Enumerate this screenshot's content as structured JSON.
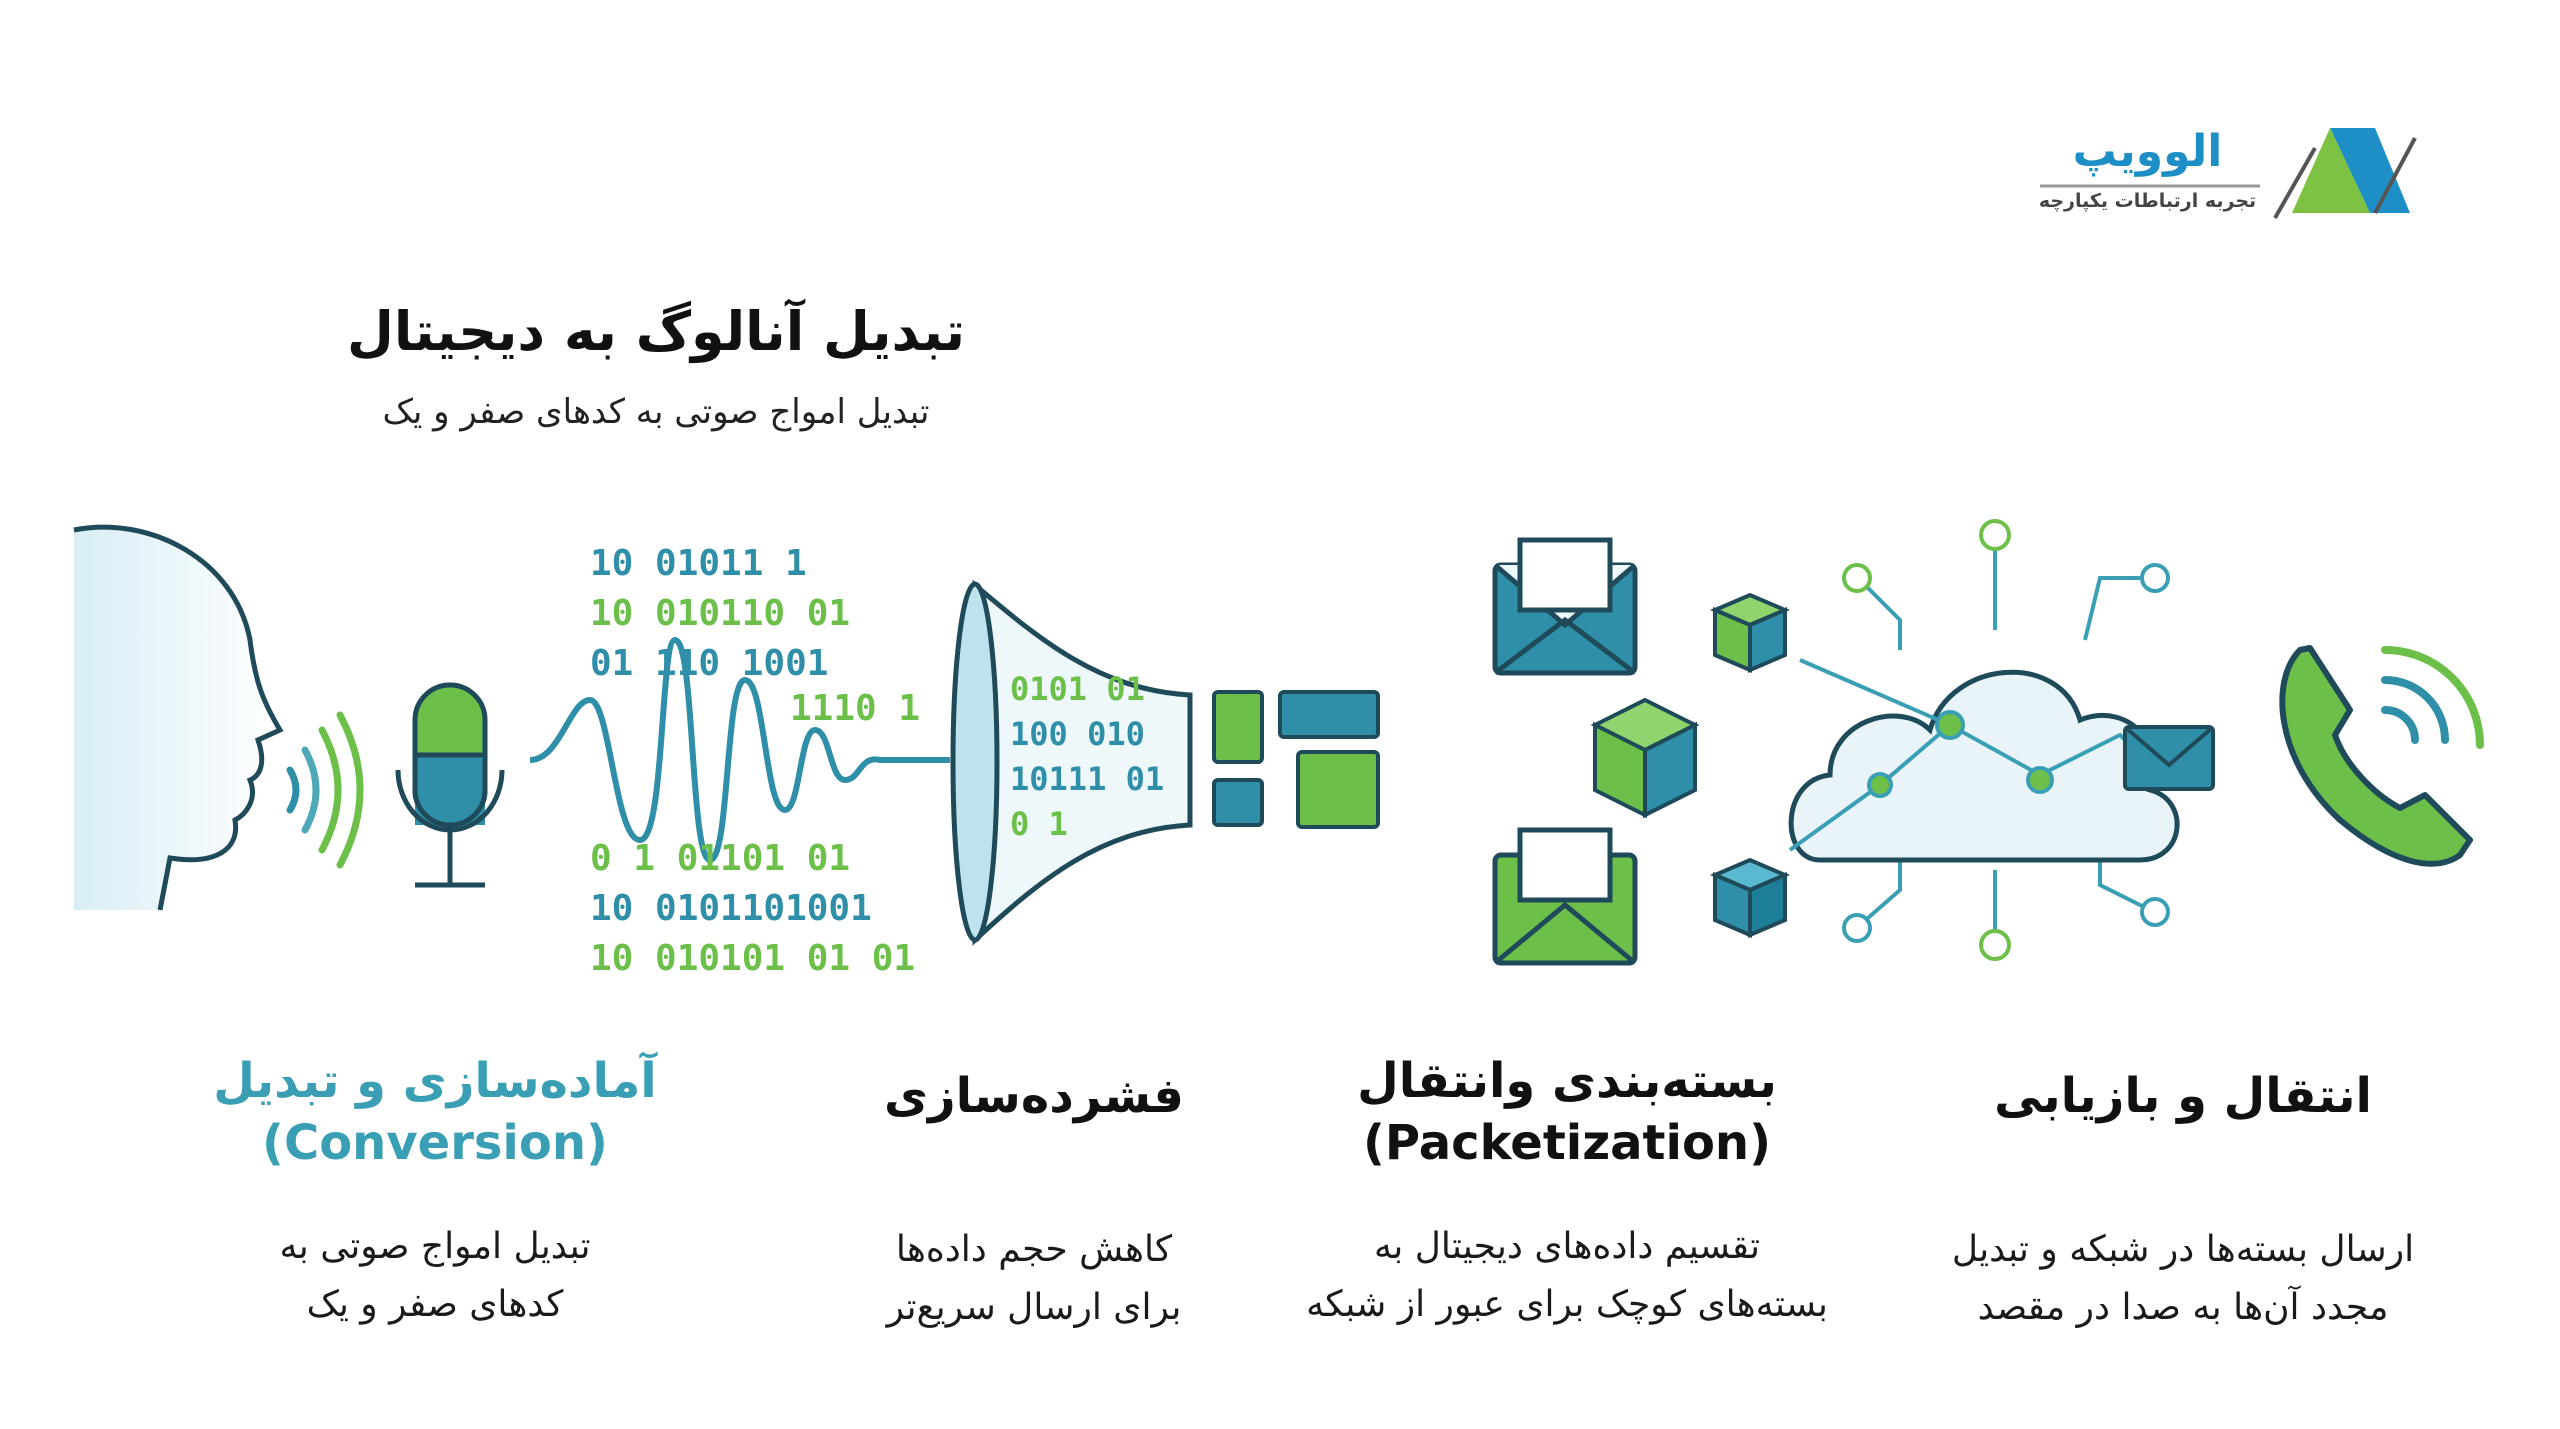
{
  "logo": {
    "brand": "الوویپ",
    "tagline": "تجربه ارتباطات یکپارچه",
    "colors": {
      "green": "#7dc242",
      "blue": "#1e8fc6",
      "gray": "#555555"
    }
  },
  "header": {
    "title": "تبدیل آنالوگ به دیجیتال",
    "subtitle": "تبدیل امواج صوتی به کدهای صفر و یک"
  },
  "illustration": {
    "binary_rows": [
      "10 01011 1",
      "10 010110 01",
      "01 110 1001",
      "1110 1",
      "0 1 01101 01",
      "10 0101101001",
      "10 010101 01 01"
    ],
    "funnel_rows": [
      "0101 01",
      "100 010",
      "10111 01",
      "0 1"
    ],
    "icons": [
      "face-icon",
      "sound-waves-icon",
      "microphone-icon",
      "waveform-icon",
      "funnel-icon",
      "data-blocks-icon",
      "envelope-icon",
      "cube-icon",
      "cloud-network-icon",
      "phone-icon"
    ],
    "colors": {
      "teal": "#2f8fa8",
      "green": "#6cc04a",
      "dark": "#1f4a5a"
    }
  },
  "steps": [
    {
      "title": "آماده‌سازی و تبدیل",
      "title_en": "(Conversion)",
      "desc_line1": "تبدیل امواج صوتی به",
      "desc_line2": "کدهای صفر و یک",
      "highlight": true
    },
    {
      "title": "فشرده‌سازی",
      "title_en": "",
      "desc_line1": "کاهش حجم داده‌ها",
      "desc_line2": "برای ارسال سریع‌تر",
      "highlight": false
    },
    {
      "title": "بسته‌بندی وانتقال",
      "title_en": "(Packetization)",
      "desc_line1": "تقسیم داده‌های دیجیتال به",
      "desc_line2": "بسته‌های کوچک برای عبور از شبکه",
      "highlight": false
    },
    {
      "title": "انتقال و بازیابی",
      "title_en": "",
      "desc_line1": "ارسال بسته‌ها در شبکه و تبدیل",
      "desc_line2": "مجدد آن‌ها به صدا در مقصد",
      "highlight": false
    }
  ]
}
